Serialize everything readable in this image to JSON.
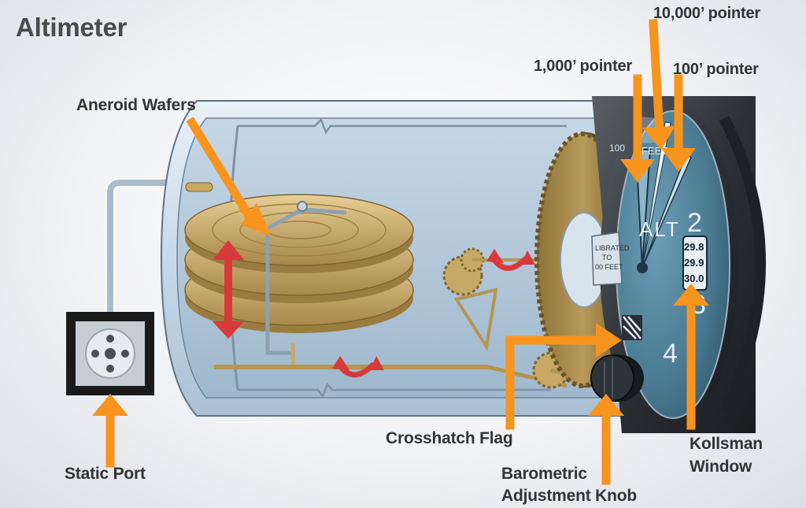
{
  "title": "Altimeter",
  "labels": {
    "aneroid_wafers": "Aneroid Wafers",
    "static_port": "Static Port",
    "crosshatch_flag": "Crosshatch Flag",
    "barometric_knob_line1": "Barometric",
    "barometric_knob_line2": "Adjustment Knob",
    "kollsman_line1": "Kollsman",
    "kollsman_line2": "Window",
    "pointer_10000": "10,000’ pointer",
    "pointer_1000": "1,000’ pointer",
    "pointer_100": "100’ pointer"
  },
  "dial": {
    "numeral_2": "2",
    "numeral_3": "3",
    "numeral_4": "4",
    "alt_text": "ALT",
    "feet_text": "FEET",
    "scale_100": "100",
    "kollsman_values": [
      "29.8",
      "29.9",
      "30.0"
    ]
  },
  "calibration_text": [
    "LIBRATED",
    "TO",
    "00 FEET"
  ],
  "colors": {
    "arrow": "#f7941d",
    "wafer": "#c9a86a",
    "gear": "#a68a4a",
    "case": "#b9cde0",
    "dial_face": "#4d7f99",
    "red_indicator": "#d83a3a"
  }
}
